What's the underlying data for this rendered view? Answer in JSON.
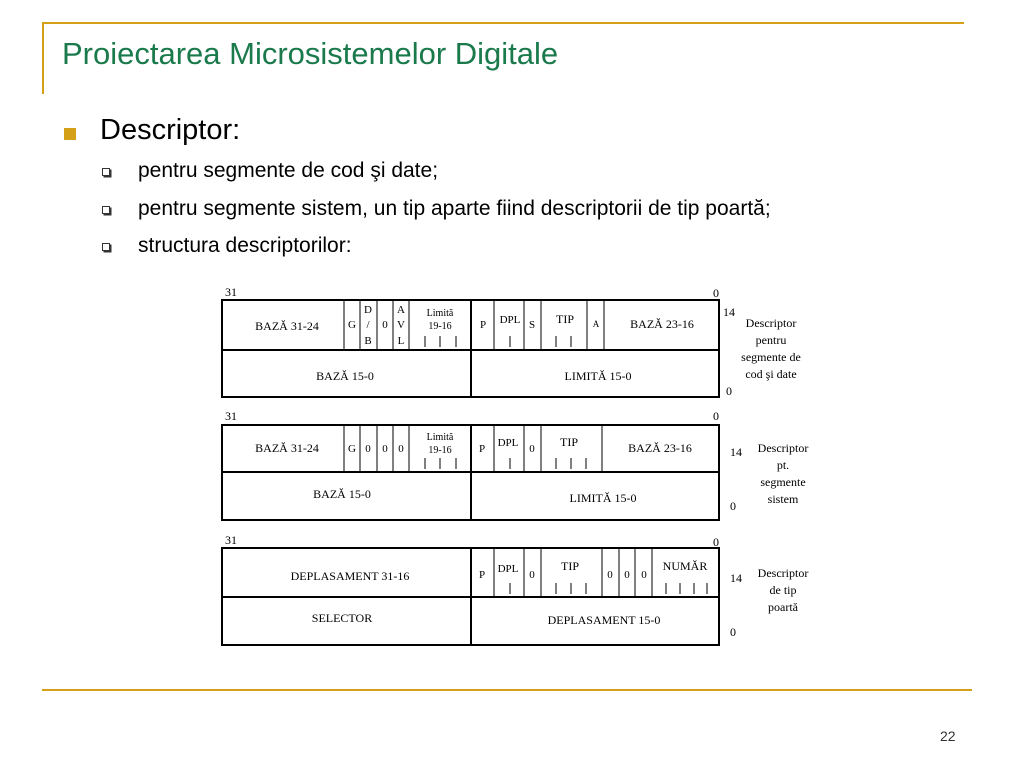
{
  "slide": {
    "title": "Proiectarea Microsistemelor Digitale",
    "heading": "Descriptor:",
    "bullets": [
      "pentru segmente de cod şi date;",
      "pentru segmente sistem, un tip aparte fiind descriptorii de tip poartă;",
      "structura descriptorilor:"
    ],
    "page_number": "22"
  },
  "diagram": {
    "descriptor1": {
      "bit31": "31",
      "bit0": "0",
      "bit14": "14",
      "bit0b": "0",
      "baza_31_24": "BAZĂ 31-24",
      "g": "G",
      "db": [
        "D",
        "/",
        "B"
      ],
      "zero": "0",
      "avl": [
        "A",
        "V",
        "L"
      ],
      "limita": [
        "Limită",
        "19-16"
      ],
      "p": "P",
      "dpl": "DPL",
      "s": "S",
      "tip": "TIP",
      "a": "A",
      "baza_23_16": "BAZĂ 23-16",
      "baza_15_0": "BAZĂ 15-0",
      "limita_15_0": "LIMITĂ 15-0",
      "caption": [
        "Descriptor",
        "pentru",
        "segmente de",
        "cod şi date"
      ]
    },
    "descriptor2": {
      "bit31": "31",
      "bit0": "0",
      "bit14": "14",
      "bit0b": "0",
      "baza_31_24": "BAZĂ 31-24",
      "g": "G",
      "z1": "0",
      "z2": "0",
      "z3": "0",
      "limita": [
        "Limită",
        "19-16"
      ],
      "p": "P",
      "dpl": "DPL",
      "z4": "0",
      "tip": "TIP",
      "baza_23_16": "BAZĂ 23-16",
      "baza_15_0": "BAZĂ 15-0",
      "limita_15_0": "LIMITĂ 15-0",
      "caption": [
        "Descriptor",
        "pt.",
        "segmente",
        "sistem"
      ]
    },
    "descriptor3": {
      "bit31": "31",
      "bit0": "0",
      "bit14": "14",
      "bit0b": "0",
      "deplasament_31_16": "DEPLASAMENT 31-16",
      "p": "P",
      "dpl": "DPL",
      "z1": "0",
      "tip": "TIP",
      "z2": "0",
      "z3": "0",
      "z4": "0",
      "numar": "NUMĂR",
      "selector": "SELECTOR",
      "deplasament_15_0": "DEPLASAMENT 15-0",
      "caption": [
        "Descriptor",
        "de tip",
        "poartă"
      ]
    }
  }
}
